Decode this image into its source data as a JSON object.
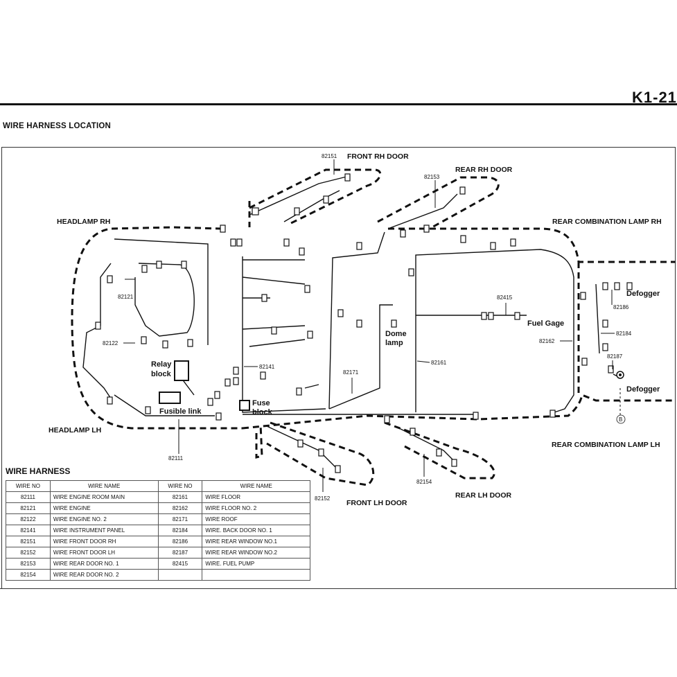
{
  "page": {
    "number": "K1-21"
  },
  "section_title": "WIRE HARNESS LOCATION",
  "diagram": {
    "labels": {
      "front_rh_door": "FRONT RH DOOR",
      "rear_rh_door": "REAR RH DOOR",
      "headlamp_rh": "HEADLAMP RH",
      "rear_combination_lamp_rh": "REAR COMBINATION LAMP RH",
      "headlamp_lh": "HEADLAMP LH",
      "rear_combination_lamp_lh": "REAR COMBINATION LAMP LH",
      "front_lh_door": "FRONT LH DOOR",
      "rear_lh_door": "REAR LH DOOR",
      "relay_block_1": "Relay",
      "relay_block_2": "block",
      "fusible_link": "Fusible link",
      "fuse_block_1": "Fuse",
      "fuse_block_2": "block",
      "dome_lamp_1": "Dome",
      "dome_lamp_2": "lamp",
      "fuel_gage": "Fuel Gage",
      "defogger_top": "Defogger",
      "defogger_bottom": "Defogger",
      "circle_b": "B"
    },
    "wire_numbers": {
      "n82151": "82151",
      "n82153": "82153",
      "n82121": "82121",
      "n82122": "82122",
      "n82141": "82141",
      "n82111": "82111",
      "n82171": "82171",
      "n82161": "82161",
      "n82415": "82415",
      "n82162": "82162",
      "n82186": "82186",
      "n82184": "82184",
      "n82187": "82187",
      "n82152": "82152",
      "n82154": "82154"
    }
  },
  "wire_harness": {
    "title": "WIRE HARNESS",
    "headers": [
      "WIRE NO",
      "WIRE NAME",
      "WIRE NO",
      "WIRE NAME"
    ],
    "rows": [
      [
        "82111",
        "WIRE ENGINE ROOM MAIN",
        "82161",
        "WIRE FLOOR"
      ],
      [
        "82121",
        "WIRE ENGINE",
        "82162",
        "WIRE FLOOR NO. 2"
      ],
      [
        "82122",
        "WIRE ENGINE NO. 2",
        "82171",
        "WIRE ROOF"
      ],
      [
        "82141",
        "WIRE INSTRUMENT PANEL",
        "82184",
        "WIRE. BACK DOOR NO. 1"
      ],
      [
        "82151",
        "WIRE FRONT DOOR RH",
        "82186",
        "WIRE REAR WINDOW NO.1"
      ],
      [
        "82152",
        "WIRE FRONT DOOR LH",
        "82187",
        "WIRE REAR WINDOW NO.2"
      ],
      [
        "82153",
        "WIRE REAR DOOR NO. 1",
        "82415",
        "WIRE. FUEL PUMP"
      ],
      [
        "82154",
        "WIRE REAR DOOR NO. 2",
        "",
        ""
      ]
    ]
  }
}
